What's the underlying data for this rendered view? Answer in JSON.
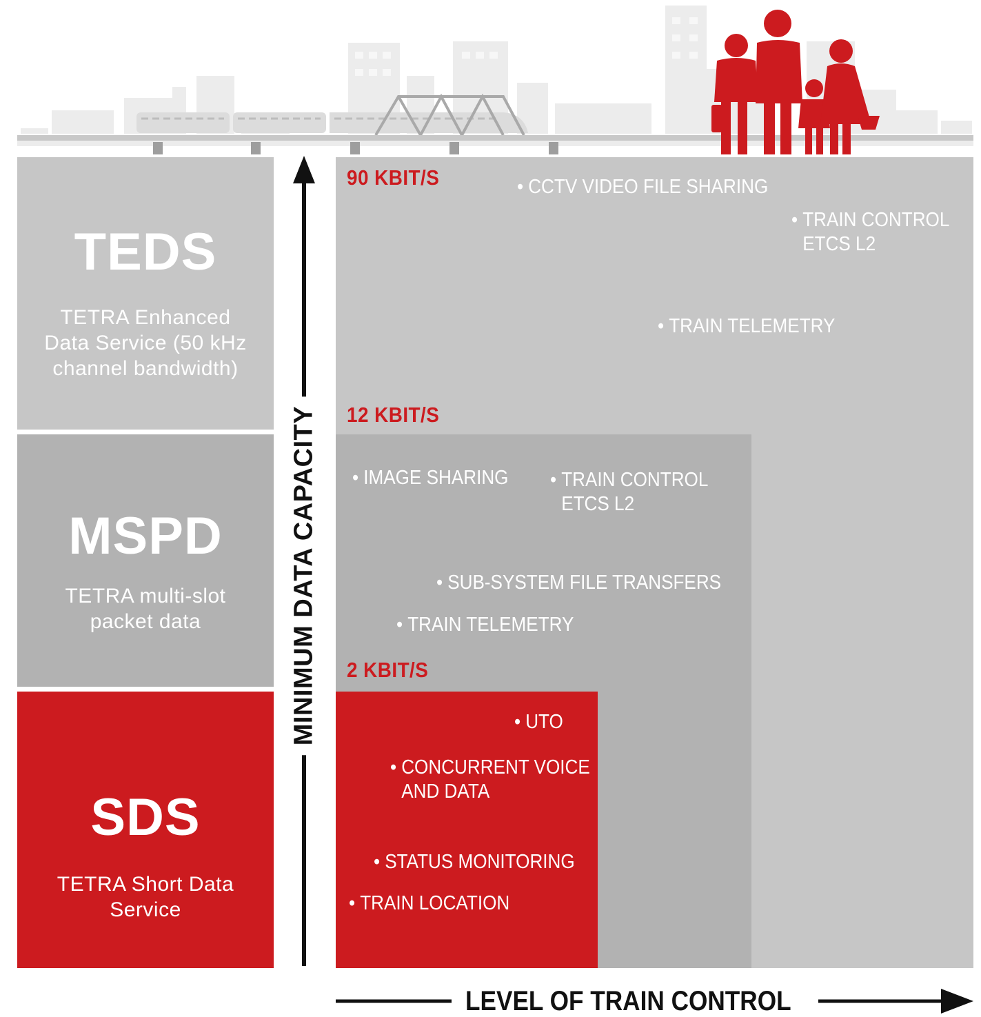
{
  "axes": {
    "y_label": "MINIMUM DATA CAPACITY",
    "x_label": "LEVEL OF TRAIN CONTROL"
  },
  "panels": {
    "teds": {
      "acronym": "TEDS",
      "description": "TETRA Enhanced\nData Service (50 kHz\nchannel bandwidth)"
    },
    "mspd": {
      "acronym": "MSPD",
      "description": "TETRA multi-slot\npacket data"
    },
    "sds": {
      "acronym": "SDS",
      "description": "TETRA Short Data\nService"
    }
  },
  "tiers": {
    "teds": {
      "rate": "90 KBIT/S",
      "apps": [
        {
          "line1": "CCTV VIDEO FILE SHARING",
          "line2": ""
        },
        {
          "line1": "TRAIN CONTROL",
          "line2": "ETCS L2"
        },
        {
          "line1": "TRAIN TELEMETRY",
          "line2": ""
        }
      ]
    },
    "mspd": {
      "rate": "12 KBIT/S",
      "apps": [
        {
          "line1": "IMAGE SHARING",
          "line2": ""
        },
        {
          "line1": "TRAIN CONTROL",
          "line2": "ETCS L2"
        },
        {
          "line1": "SUB-SYSTEM FILE TRANSFERS",
          "line2": ""
        },
        {
          "line1": "TRAIN TELEMETRY",
          "line2": ""
        }
      ]
    },
    "sds": {
      "rate": "2 KBIT/S",
      "apps": [
        {
          "line1": "UTO",
          "line2": ""
        },
        {
          "line1": "CONCURRENT VOICE",
          "line2": "AND DATA"
        },
        {
          "line1": "STATUS MONITORING",
          "line2": ""
        },
        {
          "line1": "TRAIN LOCATION",
          "line2": ""
        }
      ]
    }
  },
  "bullet": "•",
  "colors": {
    "red": "#cc1b1f",
    "light_gray": "#c6c6c6",
    "mid_gray": "#b2b2b2",
    "skyline_gray": "#ececec",
    "text_dark": "#111111"
  },
  "illustration": {
    "skyline": "city-skyline",
    "train": "train-on-viaduct",
    "bridge": "truss-bridge",
    "people": "family-of-passengers"
  }
}
